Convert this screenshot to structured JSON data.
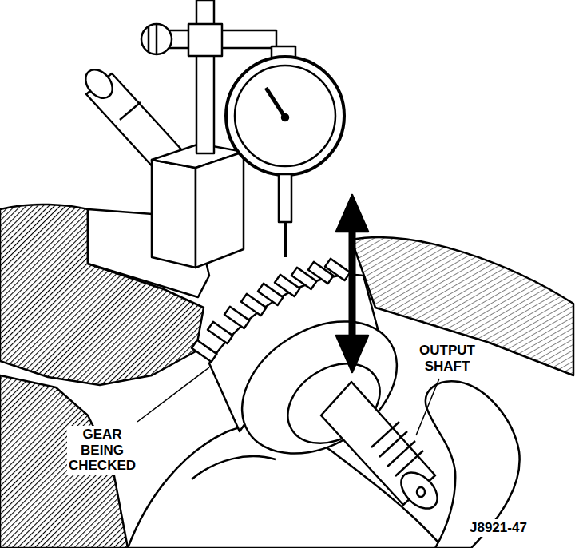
{
  "diagram": {
    "labels": [
      "OUTPUT SHAFT",
      "GEAR BEING CHECKED",
      "J8921-47"
    ]
  }
}
